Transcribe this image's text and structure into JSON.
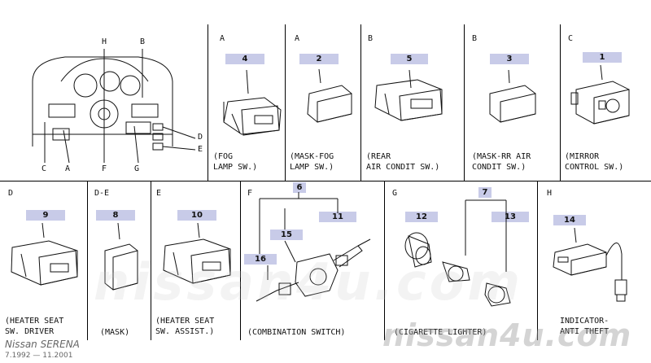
{
  "footer": {
    "model": "Nissan SERENA",
    "dates": "7.1992 — 11.2001",
    "watermark": "nissan4u.com"
  },
  "dashboard": {
    "labels_top": [
      "H",
      "B"
    ],
    "labels_bottom": [
      "C",
      "A",
      "F",
      "G"
    ],
    "labels_right": [
      "D",
      "E"
    ]
  },
  "cells": [
    {
      "letter": "A",
      "badge": "4",
      "caption": "(FOG\nLAMP SW.)"
    },
    {
      "letter": "A",
      "badge": "2",
      "caption": "(MASK-FOG\nLAMP SW.)"
    },
    {
      "letter": "B",
      "badge": "5",
      "caption": "(REAR\nAIR CONDIT SW.)"
    },
    {
      "letter": "B",
      "badge": "3",
      "caption": "(MASK-RR AIR\nCONDIT SW.)"
    },
    {
      "letter": "C",
      "badge": "1",
      "caption": "(MIRROR\nCONTROL SW.)"
    },
    {
      "letter": "D",
      "badge": "9",
      "caption": "(HEATER SEAT\nSW. DRIVER"
    },
    {
      "letter": "D-E",
      "badge": "8",
      "caption": "(MASK)"
    },
    {
      "letter": "E",
      "badge": "10",
      "caption": "(HEATER SEAT\nSW. ASSIST.)"
    },
    {
      "letter": "F",
      "badge": "6",
      "sub_badges": [
        "15",
        "11",
        "16"
      ],
      "caption": "(COMBINATION SWITCH)"
    },
    {
      "letter": "G",
      "badge": "7",
      "sub_badges": [
        "12",
        "13"
      ],
      "caption": "(CIGARETTE LIGHTER)"
    },
    {
      "letter": "H",
      "badge": "14",
      "caption": "INDICATOR-\nANTI THEFT"
    }
  ]
}
